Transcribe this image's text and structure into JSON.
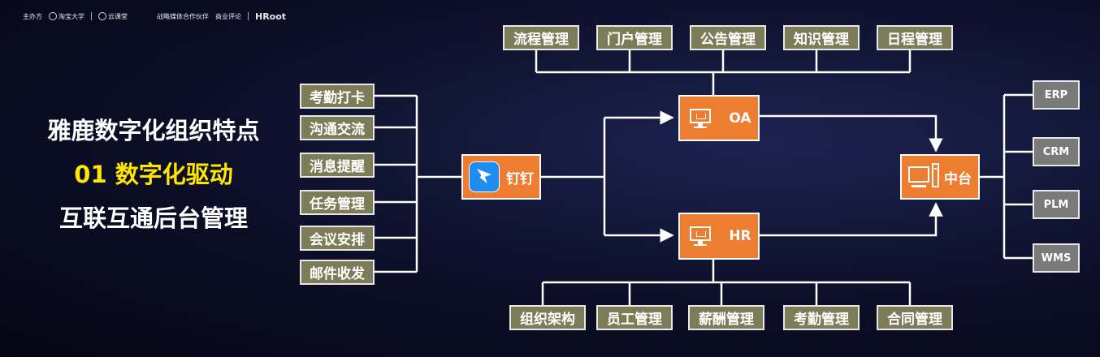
{
  "header": {
    "host_label": "主办方",
    "host_logos": [
      "淘宝大学",
      "云课堂"
    ],
    "partner_label": "战略媒体合作伙伴",
    "partner_logos": [
      "商业评论",
      "HRoot"
    ]
  },
  "title": {
    "line1": "雅鹿数字化组织特点",
    "line2": "01 数字化驱动",
    "line3": "互联互通后台管理"
  },
  "colors": {
    "orange": "#ed7d31",
    "olive": "#7c7d58",
    "gray": "#7a7a7a",
    "highlight": "#ffe600"
  },
  "inputs": [
    "考勤打卡",
    "沟通交流",
    "消息提醒",
    "任务管理",
    "会议安排",
    "邮件收发"
  ],
  "dingtalk": {
    "label": "钉钉",
    "icon": "dingtalk-icon"
  },
  "oa": {
    "label": "OA",
    "icon": "monitor-icon"
  },
  "hr": {
    "label": "HR",
    "icon": "monitor-icon"
  },
  "middle": {
    "label": "中台",
    "icon": "computer-icon"
  },
  "oa_modules": [
    "流程管理",
    "门户管理",
    "公告管理",
    "知识管理",
    "日程管理"
  ],
  "hr_modules": [
    "组织架构",
    "员工管理",
    "薪酬管理",
    "考勤管理",
    "合同管理"
  ],
  "systems": [
    "ERP",
    "CRM",
    "PLM",
    "WMS"
  ]
}
